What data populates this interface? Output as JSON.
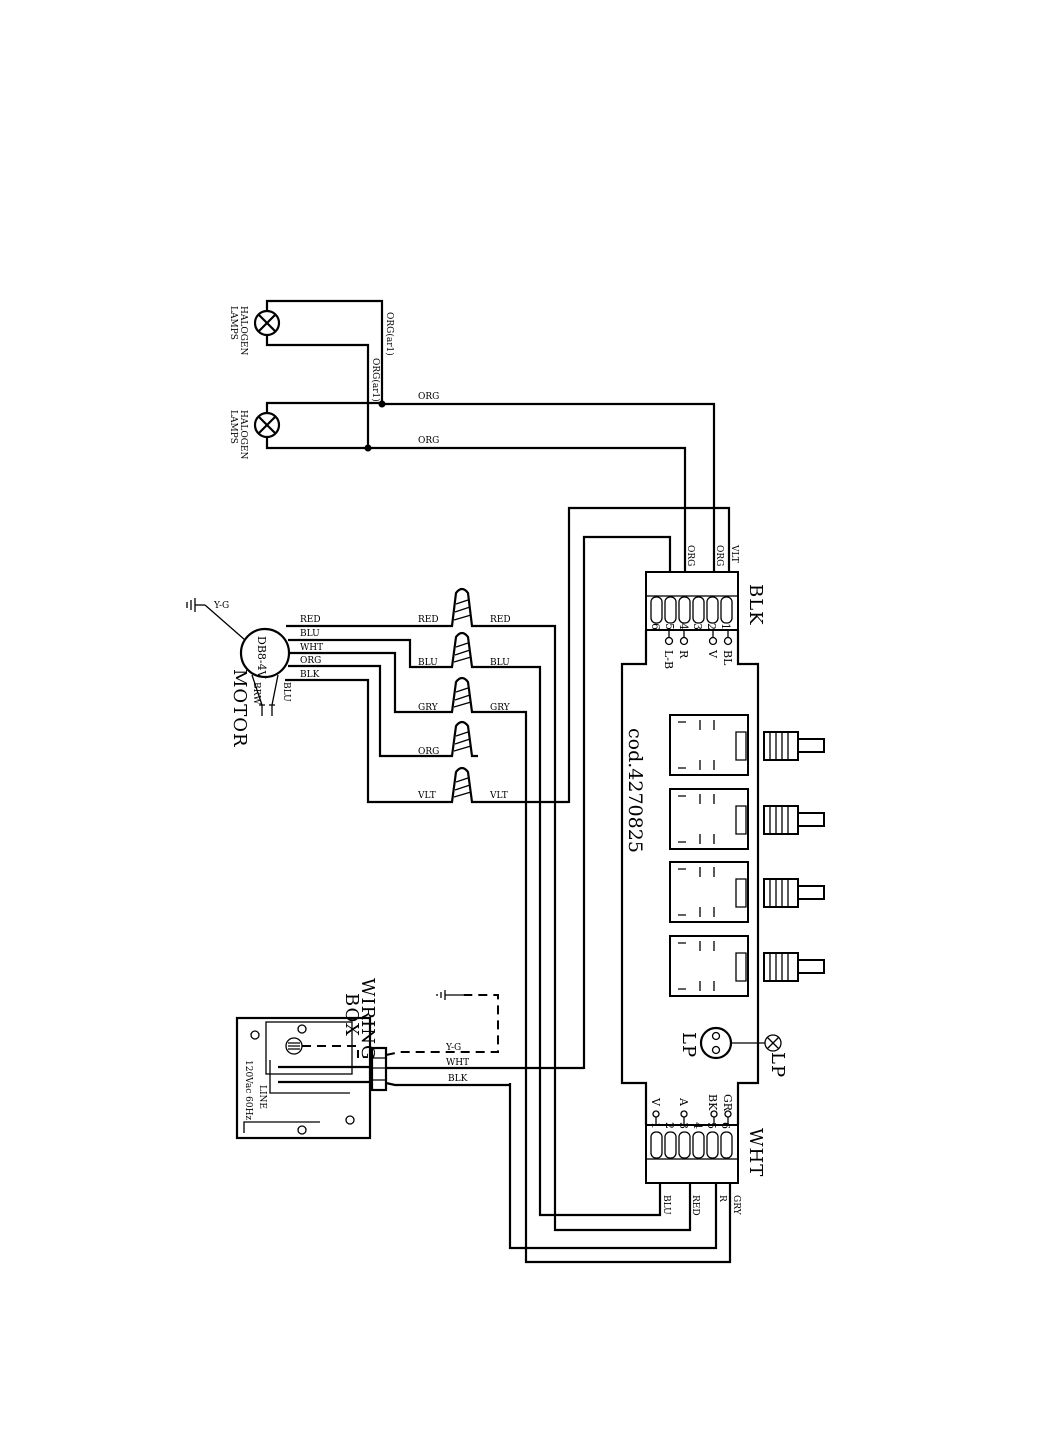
{
  "lamps": {
    "label_line1": "HALOGEN",
    "label_line2": "LAMPS"
  },
  "wires": {
    "orange_lamp_a": "ORG(ar1)",
    "orange_lamp_b": "ORG(ar1)",
    "org": "ORG",
    "vlt": "VLT",
    "red": "RED",
    "blu": "BLU",
    "wht": "WHT",
    "blk": "BLK",
    "gry": "GRY",
    "yg": "Y-G",
    "r": "R",
    "capacitor": "BRW"
  },
  "motor": {
    "label": "MOTOR",
    "code": "DB8-4V"
  },
  "connectors": {
    "blk": {
      "title": "BLK",
      "pins": [
        "1",
        "2",
        "3",
        "4",
        "5",
        "6"
      ],
      "markings": [
        "BL",
        "V",
        "R",
        "L-B"
      ]
    },
    "wht": {
      "title": "WHT",
      "pins": [
        "1",
        "2",
        "3",
        "4",
        "5",
        "6"
      ],
      "markings": [
        "V",
        "A",
        "BK",
        "GR"
      ]
    }
  },
  "board": {
    "code": "cod.4270825"
  },
  "light": {
    "lp_inner": "LP",
    "lp_outer": "LP"
  },
  "wiring_box": {
    "title_line1": "WIRING",
    "title_line2": "BOX",
    "line": "LINE",
    "rating": "120Vac 60Hz"
  }
}
